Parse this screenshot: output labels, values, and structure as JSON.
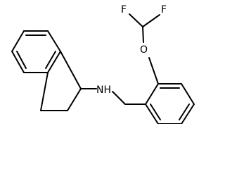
{
  "molecule": {
    "atoms": {
      "amine_nh": "NH",
      "ether_o": "O",
      "fluorine_left": "F",
      "fluorine_right": "F"
    }
  }
}
